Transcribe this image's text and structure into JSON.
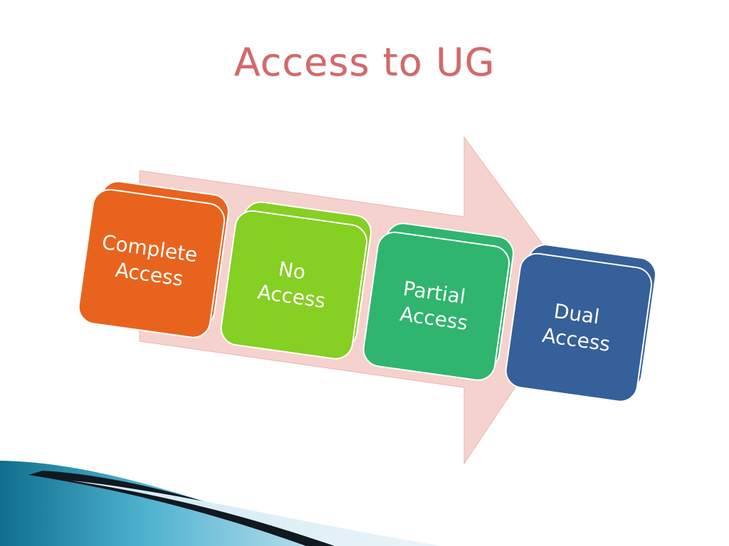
{
  "slide": {
    "title": "Access to UG"
  },
  "process": {
    "steps": [
      {
        "line1": "Complete",
        "line2": "Access",
        "color": "#e8641e"
      },
      {
        "line1": "No",
        "line2": "Access",
        "color": "#86cf23"
      },
      {
        "line1": "Partial",
        "line2": "Access",
        "color": "#2fb56e"
      },
      {
        "line1": "Dual",
        "line2": "Access",
        "color": "#36609a"
      }
    ],
    "arrow_color": "#f5d2ce",
    "title_color": "#d46869"
  }
}
